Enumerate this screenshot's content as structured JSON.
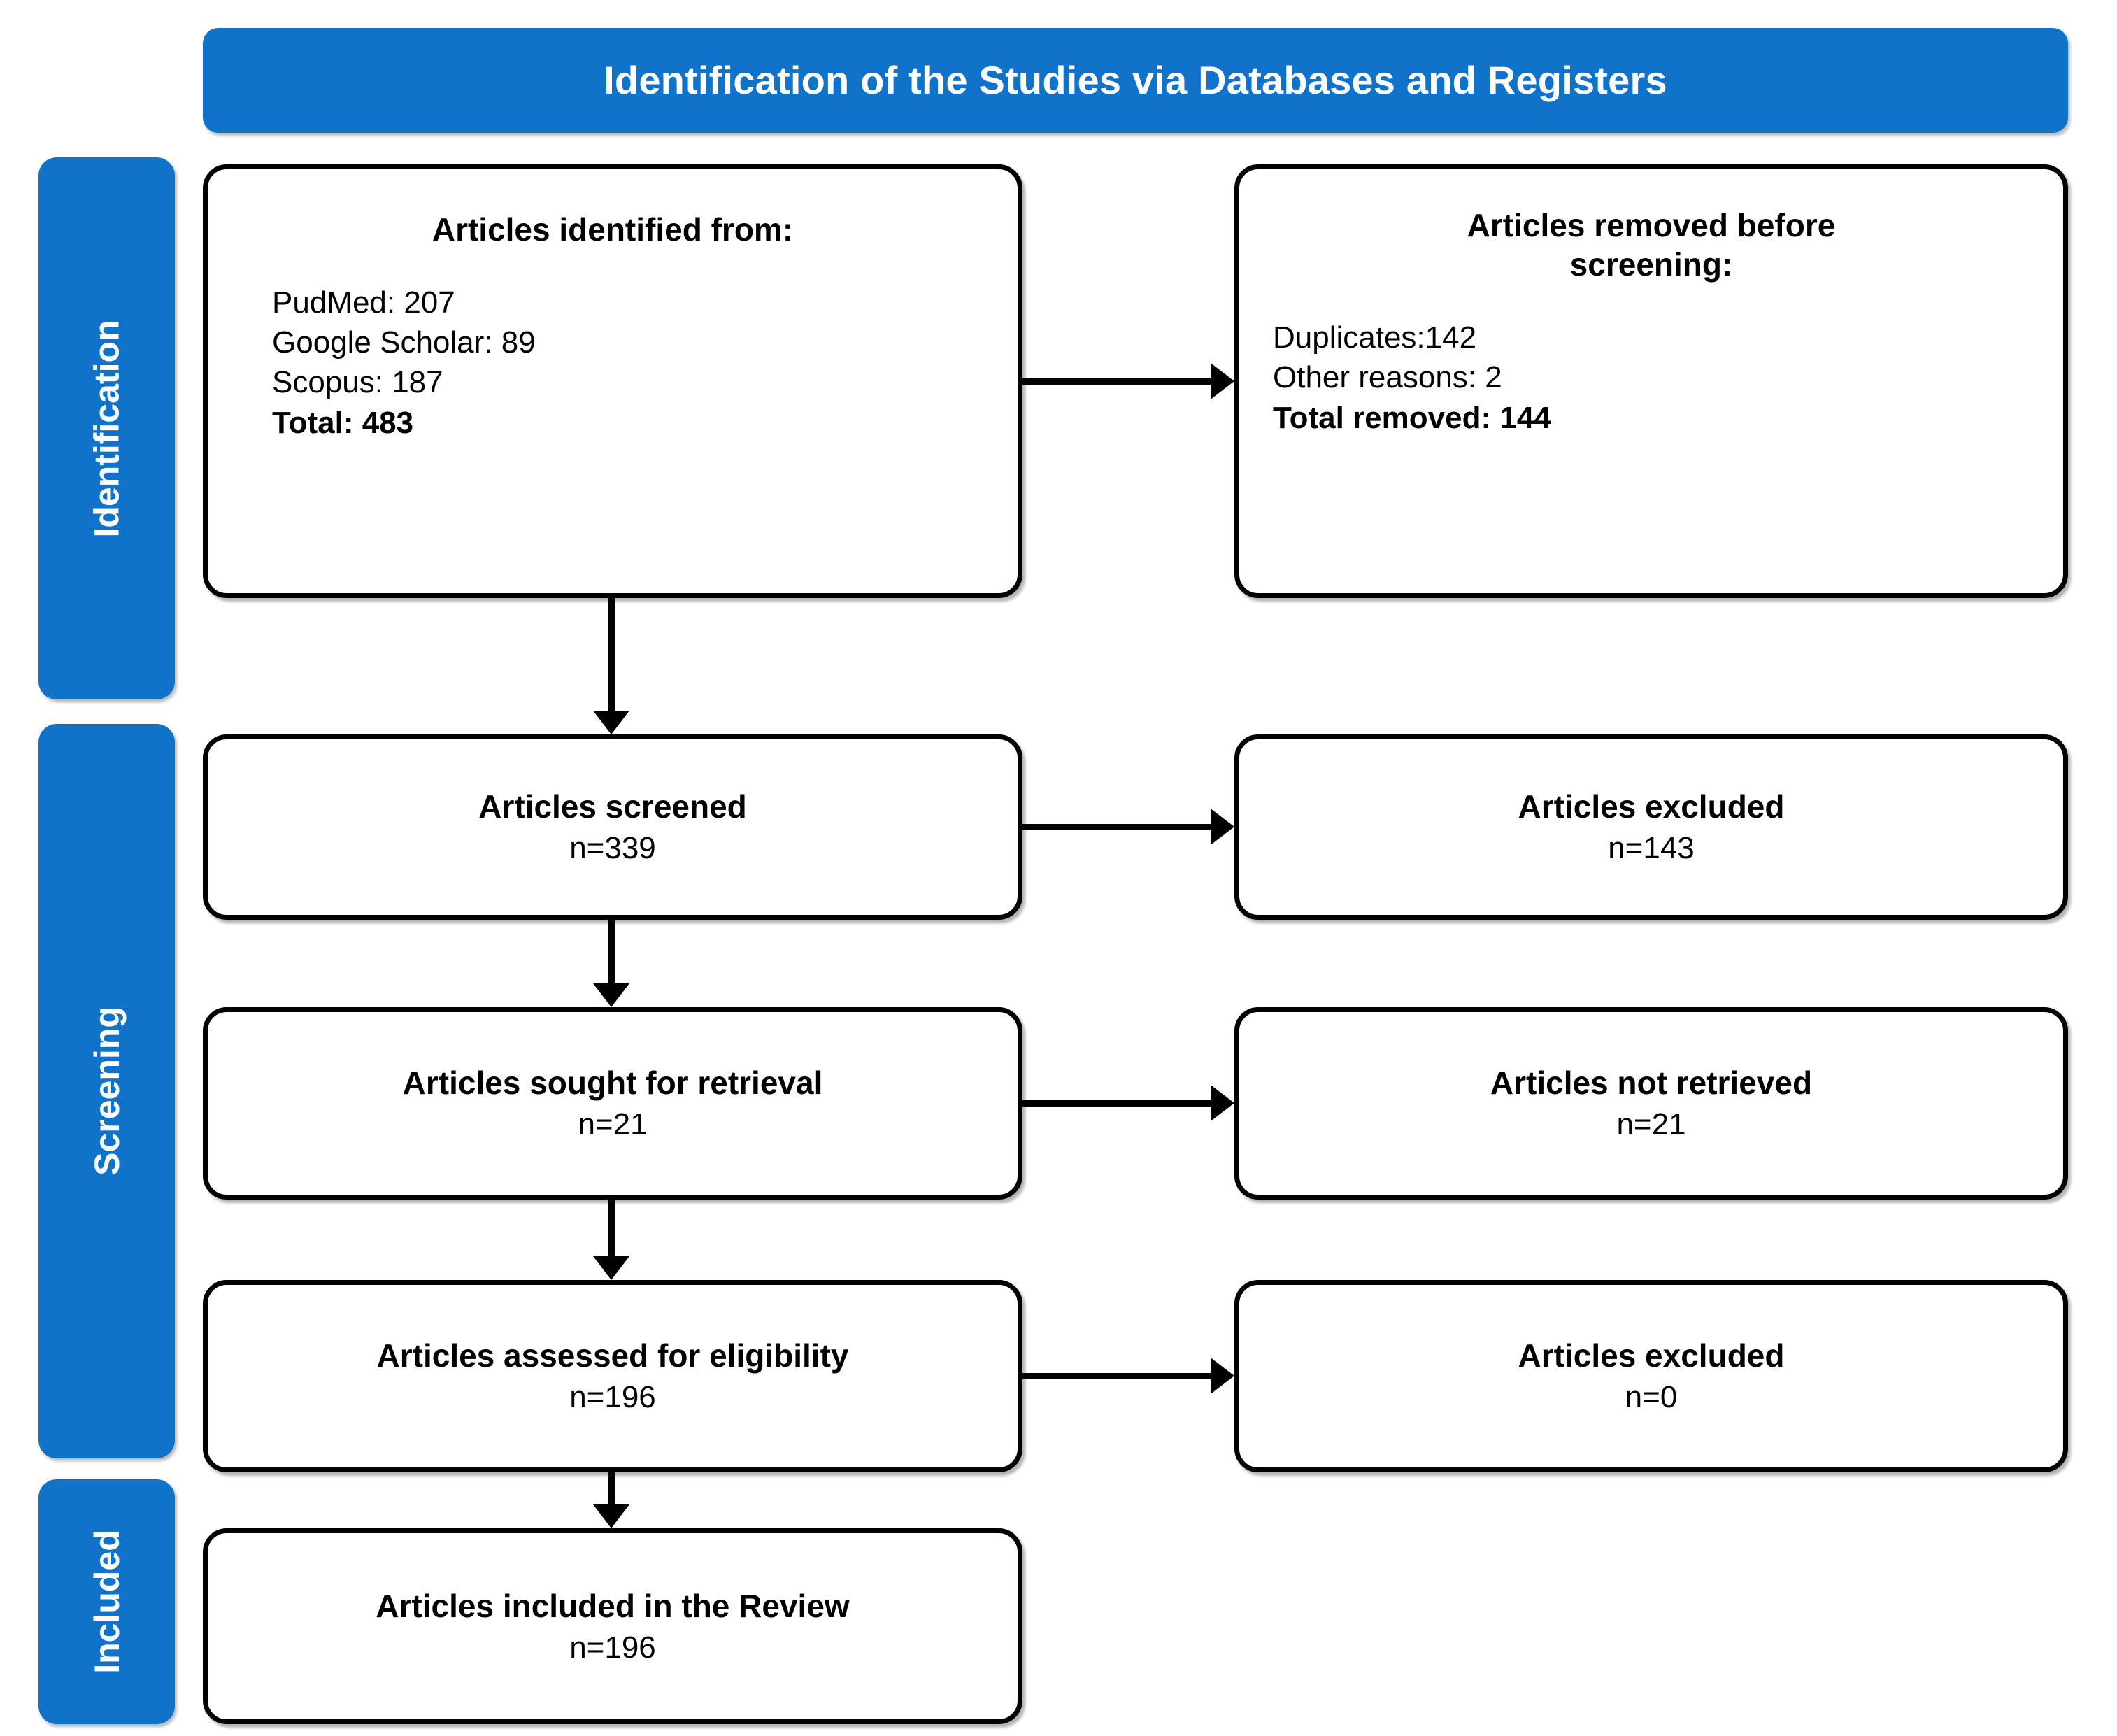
{
  "colors": {
    "brand_blue": "#1072C8",
    "box_border": "#000000",
    "box_fill": "#FFFFFF",
    "banner_text": "#FFFFFF"
  },
  "banner": {
    "title": "Identification of the Studies via Databases and Registers"
  },
  "sidebar": {
    "items": [
      {
        "id": "identification",
        "label": "Identification"
      },
      {
        "id": "screening",
        "label": "Screening"
      },
      {
        "id": "included",
        "label": "Included"
      }
    ]
  },
  "boxes": {
    "identified": {
      "title": "Articles identified from:",
      "lines": [
        {
          "text": "PudMed: 207",
          "bold": false
        },
        {
          "text": "Google Scholar: 89",
          "bold": false
        },
        {
          "text": "Scopus: 187",
          "bold": false
        },
        {
          "text": "Total: 483",
          "bold": true
        }
      ]
    },
    "removed": {
      "title": "Articles removed before\nscreening:",
      "lines": [
        {
          "text": "Duplicates:142",
          "bold": false
        },
        {
          "text": "Other reasons: 2",
          "bold": false
        },
        {
          "text": "Total removed: 144",
          "bold": true
        }
      ]
    },
    "screened": {
      "title": "Articles screened",
      "count": "n=339"
    },
    "excluded_1": {
      "title": "Articles excluded",
      "count": "n=143"
    },
    "sought": {
      "title": "Articles sought for retrieval",
      "count": "n=21"
    },
    "not_retrieved": {
      "title": "Articles not retrieved",
      "count": "n=21"
    },
    "assessed": {
      "title": "Articles assessed for eligibility",
      "count": "n=196"
    },
    "excluded_2": {
      "title": "Articles excluded",
      "count": "n=0"
    },
    "included": {
      "title": "Articles included in the Review",
      "count": "n=196"
    }
  },
  "chart_data": {
    "type": "diagram",
    "title": "Identification of the Studies via Databases and Registers",
    "stages": [
      "Identification",
      "Screening",
      "Included"
    ],
    "nodes": [
      {
        "id": "identified",
        "stage": "Identification",
        "label": "Articles identified from:",
        "total": 483,
        "sources": [
          {
            "name": "PudMed",
            "value": 207
          },
          {
            "name": "Google Scholar",
            "value": 89
          },
          {
            "name": "Scopus",
            "value": 187
          }
        ]
      },
      {
        "id": "removed",
        "stage": "Identification",
        "label": "Articles removed before screening:",
        "total": 144,
        "reasons": [
          {
            "name": "Duplicates",
            "value": 142
          },
          {
            "name": "Other reasons",
            "value": 2
          }
        ]
      },
      {
        "id": "screened",
        "stage": "Screening",
        "label": "Articles screened",
        "n": 339
      },
      {
        "id": "excluded_1",
        "stage": "Screening",
        "label": "Articles excluded",
        "n": 143
      },
      {
        "id": "sought",
        "stage": "Screening",
        "label": "Articles sought for retrieval",
        "n": 21
      },
      {
        "id": "not_retrieved",
        "stage": "Screening",
        "label": "Articles not retrieved",
        "n": 21
      },
      {
        "id": "assessed",
        "stage": "Screening",
        "label": "Articles assessed for eligibility",
        "n": 196
      },
      {
        "id": "excluded_2",
        "stage": "Screening",
        "label": "Articles excluded",
        "n": 0
      },
      {
        "id": "included",
        "stage": "Included",
        "label": "Articles included in the Review",
        "n": 196
      }
    ],
    "edges": [
      {
        "from": "identified",
        "to": "removed",
        "direction": "right"
      },
      {
        "from": "identified",
        "to": "screened",
        "direction": "down"
      },
      {
        "from": "screened",
        "to": "excluded_1",
        "direction": "right"
      },
      {
        "from": "screened",
        "to": "sought",
        "direction": "down"
      },
      {
        "from": "sought",
        "to": "not_retrieved",
        "direction": "right"
      },
      {
        "from": "sought",
        "to": "assessed",
        "direction": "down"
      },
      {
        "from": "assessed",
        "to": "excluded_2",
        "direction": "right"
      },
      {
        "from": "assessed",
        "to": "included",
        "direction": "down"
      }
    ]
  }
}
